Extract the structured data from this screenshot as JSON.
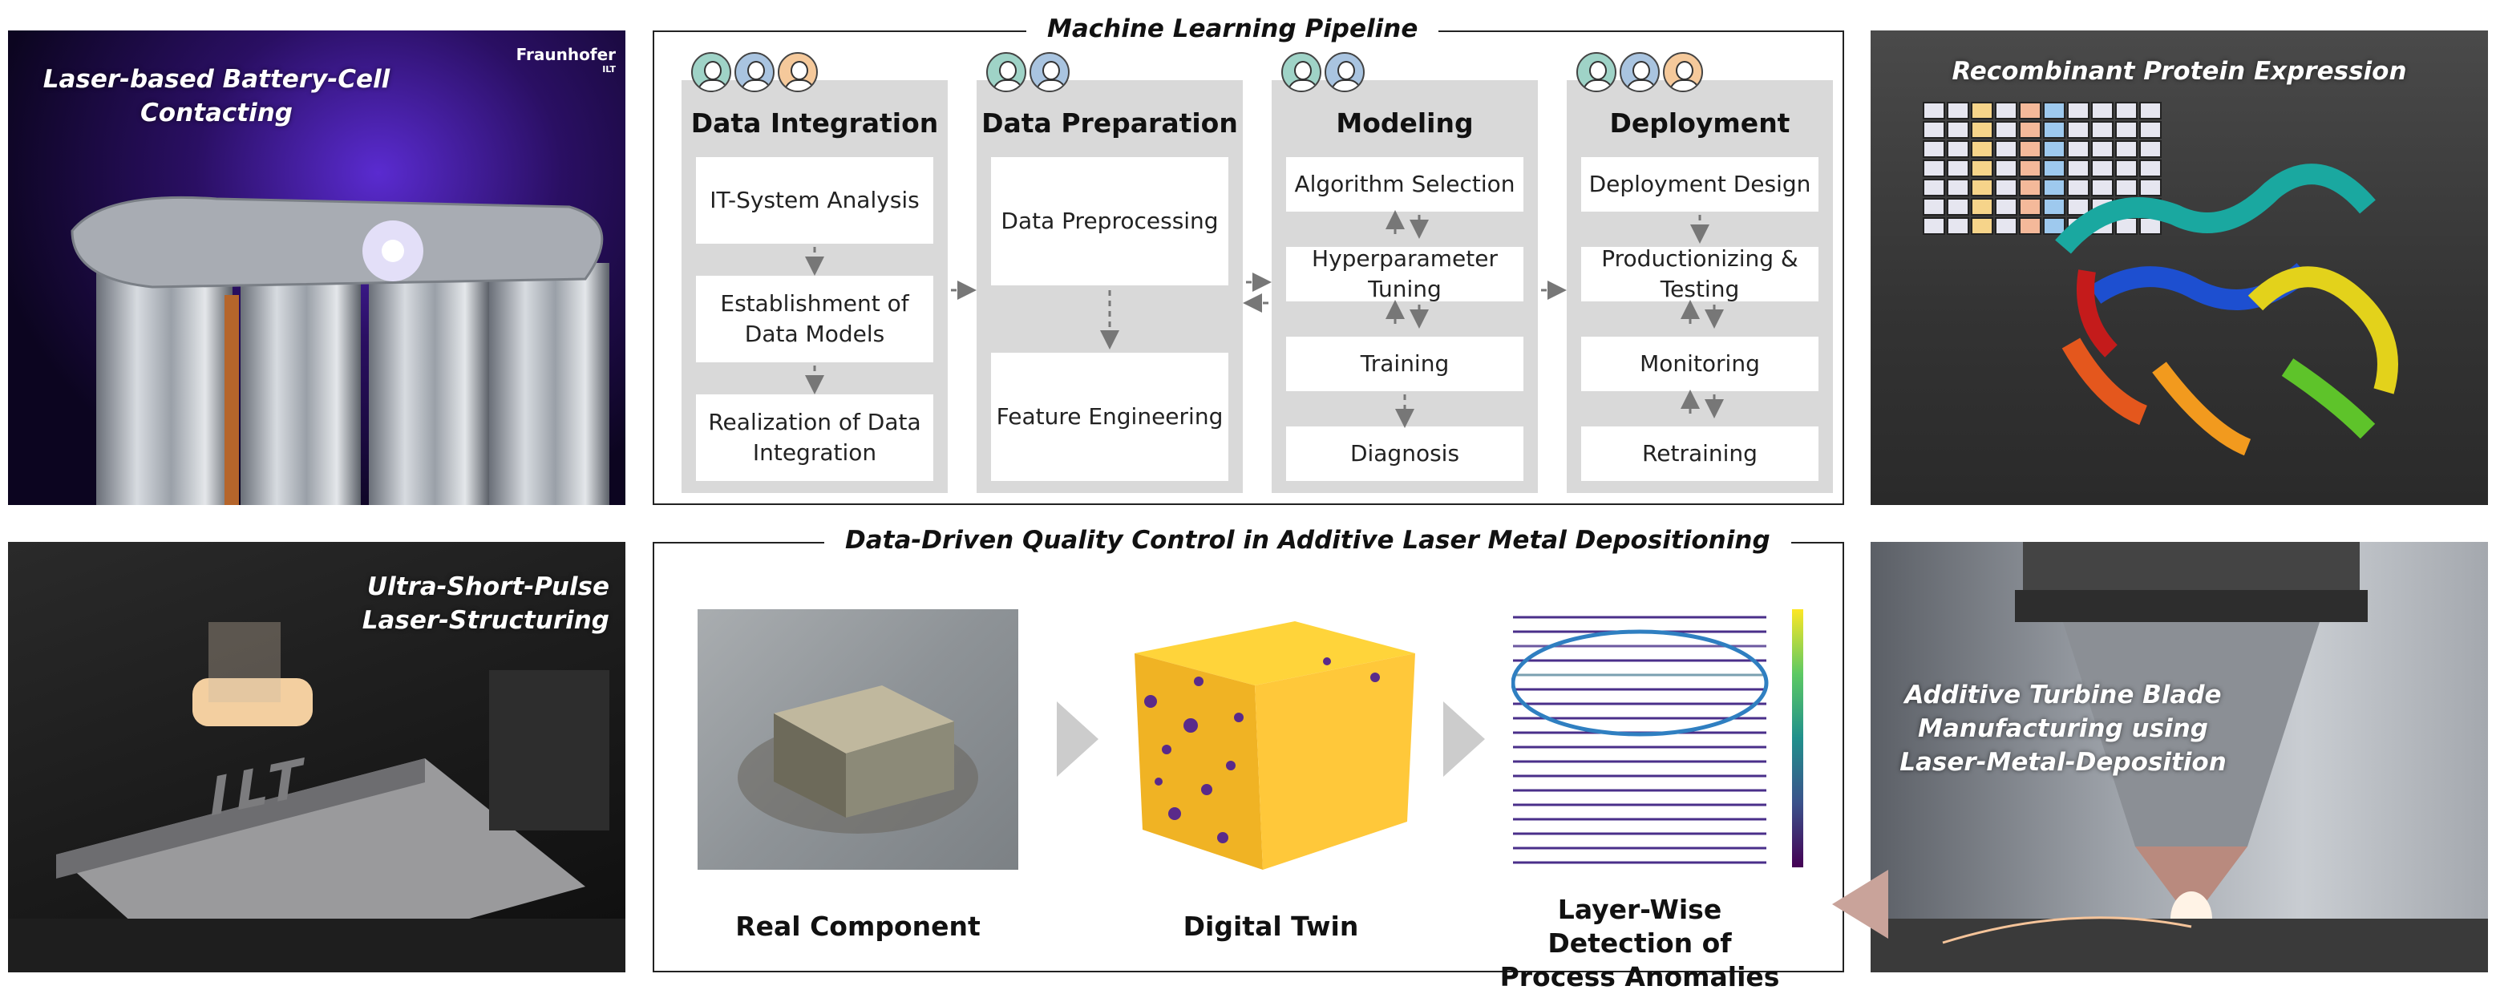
{
  "photos": {
    "battery": {
      "caption": "Laser-based Battery-Cell Contacting",
      "logo": "Fraunhofer",
      "logo_sub": "ILT"
    },
    "usp": {
      "caption": "Ultra-Short-Pulse Laser-Structuring",
      "engraving": "ILT"
    },
    "protein": {
      "caption": "Recombinant Protein Expression"
    },
    "turbine": {
      "caption": "Additive Turbine Blade Manufacturing using Laser-Metal-Deposition"
    }
  },
  "pipeline": {
    "title": "Machine Learning Pipeline",
    "columns": [
      {
        "title": "Data Integration",
        "boxes": [
          "IT-System Analysis",
          "Establishment of Data Models",
          "Realization of Data Integration"
        ]
      },
      {
        "title": "Data Preparation",
        "boxes": [
          "Data Preprocessing",
          "Feature Engineering"
        ]
      },
      {
        "title": "Modeling",
        "boxes": [
          "Algorithm Selection",
          "Hyperparameter Tuning",
          "Training",
          "Diagnosis"
        ]
      },
      {
        "title": "Deployment",
        "boxes": [
          "Deployment Design",
          "Productionizing & Testing",
          "Monitoring",
          "Retraining"
        ]
      }
    ]
  },
  "qc": {
    "title": "Data-Driven Quality Control in Additive Laser Metal Depositioning",
    "stages": [
      {
        "label": "Real Component"
      },
      {
        "label": "Digital Twin"
      },
      {
        "label": "Layer-Wise Detection of Process Anomalies"
      }
    ]
  },
  "colors": {
    "role_teal": "#9fd3c7",
    "role_blue": "#a9c4e0",
    "role_orange": "#f5c99b",
    "arrow": "#777777",
    "column_bg": "#d9d9d9",
    "anomaly_ellipse": "#2f7fc1",
    "chevron": "#cccccc",
    "big_arrow": "#c9a39a"
  }
}
